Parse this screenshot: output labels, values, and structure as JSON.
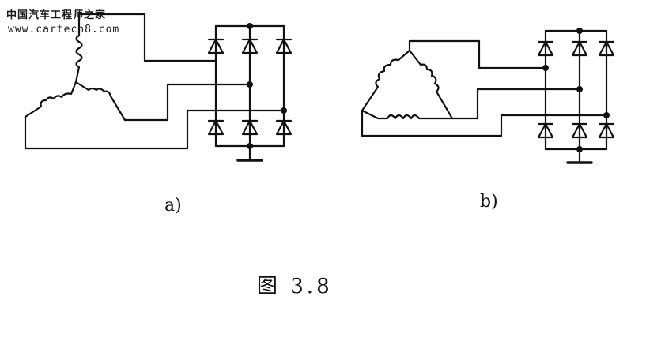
{
  "watermark": {
    "line1": "中国汽车工程师之家",
    "line2": "www.cartech8.com"
  },
  "diagrams": [
    {
      "label": "a)"
    },
    {
      "label": "b)"
    }
  ],
  "caption": "图 3.8",
  "colors": {
    "ink": "#111111",
    "background": "#ffffff"
  }
}
